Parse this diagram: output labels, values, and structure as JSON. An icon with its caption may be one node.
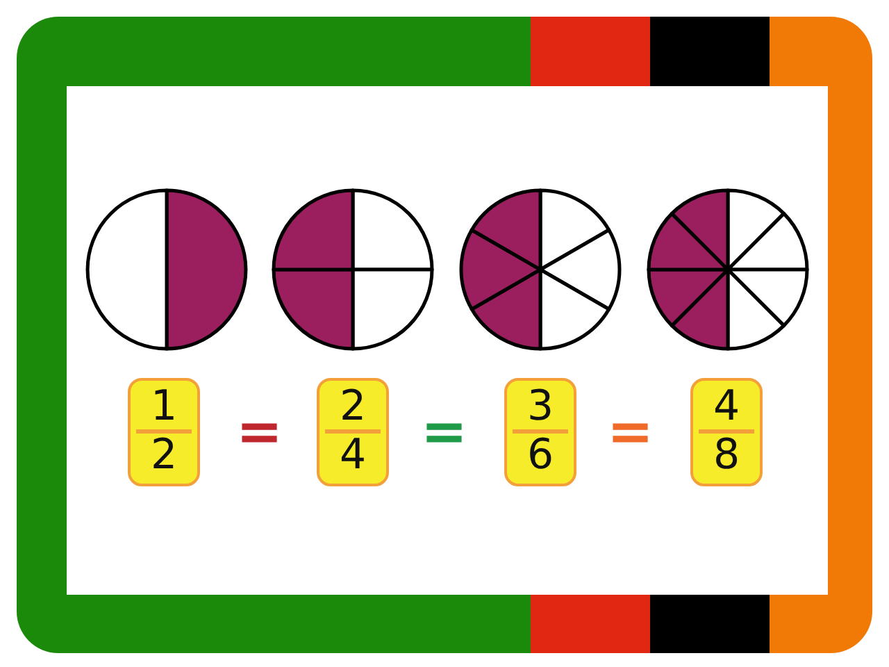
{
  "diagram": {
    "nodes": [
      {
        "text": [
          "1",
          "2"
        ]
      },
      {
        "text": [
          "2",
          "4"
        ]
      },
      {
        "text": [
          "3",
          "6"
        ]
      },
      {
        "text": [
          "4",
          "8"
        ]
      }
    ],
    "labels": [
      "=",
      "=",
      "="
    ]
  }
}
